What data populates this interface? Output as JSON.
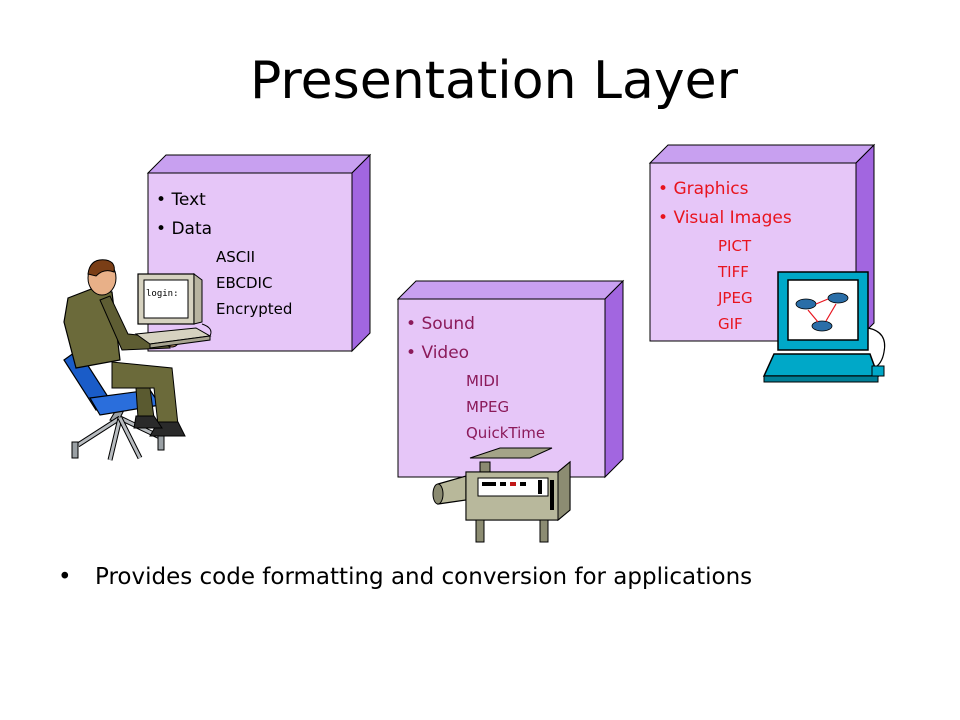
{
  "title": "Presentation Layer",
  "boxes": [
    {
      "name": "text-data",
      "bullets": [
        "Text",
        "Data"
      ],
      "formats": [
        "ASCII",
        "EBCDIC",
        "Encrypted"
      ],
      "bullet_color": "#000000",
      "format_color": "#000000"
    },
    {
      "name": "sound-video",
      "bullets": [
        "Sound",
        "Video"
      ],
      "formats": [
        "MIDI",
        "MPEG",
        "QuickTime"
      ],
      "bullet_color": "#8b1a5a",
      "format_color": "#8b1a5a"
    },
    {
      "name": "graphics-images",
      "bullets": [
        "Graphics",
        "Visual Images"
      ],
      "formats": [
        "PICT",
        "TIFF",
        "JPEG",
        "GIF"
      ],
      "bullet_color": "#e8141e",
      "format_color": "#e8141e"
    }
  ],
  "terminal_screen_text": "login:",
  "caption": "Provides code formatting and conversion for applications",
  "colors": {
    "box_face": "#e6c6f8",
    "box_side": "#a266e0",
    "box_top": "#c8a0f0",
    "box_border": "#000000"
  },
  "icons": [
    "user-at-terminal-icon",
    "video-camera-icon",
    "network-monitor-icon"
  ]
}
